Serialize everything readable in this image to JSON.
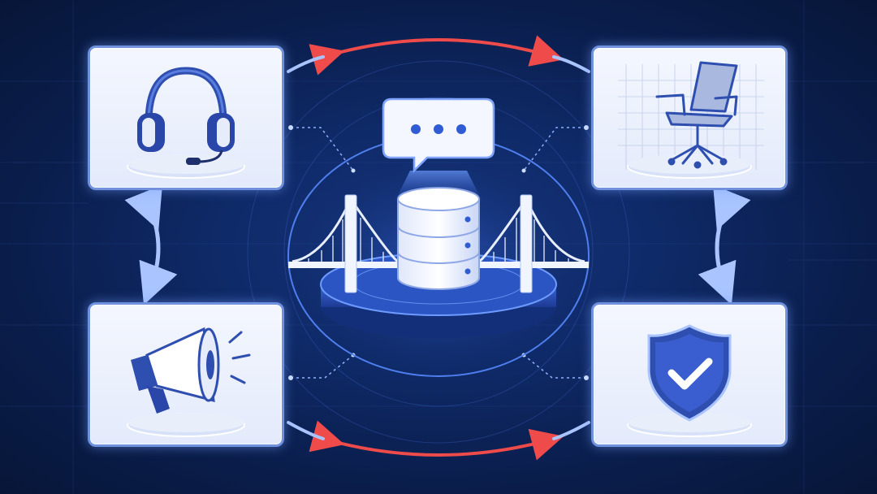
{
  "diagram": {
    "hub": {
      "icon": "database-icon",
      "structure": "bridge-icon",
      "message_icon": "chat-bubble-icon"
    },
    "nodes": [
      {
        "id": "support",
        "icon": "headset-icon"
      },
      {
        "id": "facilities",
        "icon": "office-chair-icon"
      },
      {
        "id": "marketing",
        "icon": "megaphone-icon"
      },
      {
        "id": "compliance",
        "icon": "shield-check-icon"
      }
    ],
    "connections": [
      {
        "from": "support",
        "to": "facilities",
        "style": "double-arrow",
        "color": "#ef4b4b"
      },
      {
        "from": "marketing",
        "to": "compliance",
        "style": "double-arrow",
        "color": "#ef4b4b"
      },
      {
        "from": "support",
        "to": "marketing",
        "style": "double-arrow",
        "color": "#a9c4ff"
      },
      {
        "from": "facilities",
        "to": "compliance",
        "style": "double-arrow",
        "color": "#a9c4ff"
      },
      {
        "from": "support",
        "to": "hub",
        "style": "dotted-line"
      },
      {
        "from": "facilities",
        "to": "hub",
        "style": "dotted-line"
      },
      {
        "from": "marketing",
        "to": "hub",
        "style": "dotted-line"
      },
      {
        "from": "compliance",
        "to": "hub",
        "style": "dotted-line"
      }
    ],
    "colors": {
      "background": "#0b1f4d",
      "accent_blue": "#2f5bd3",
      "card": "#eef2fc",
      "arrow_red": "#ef4b4b",
      "arrow_light": "#a9c4ff"
    }
  }
}
